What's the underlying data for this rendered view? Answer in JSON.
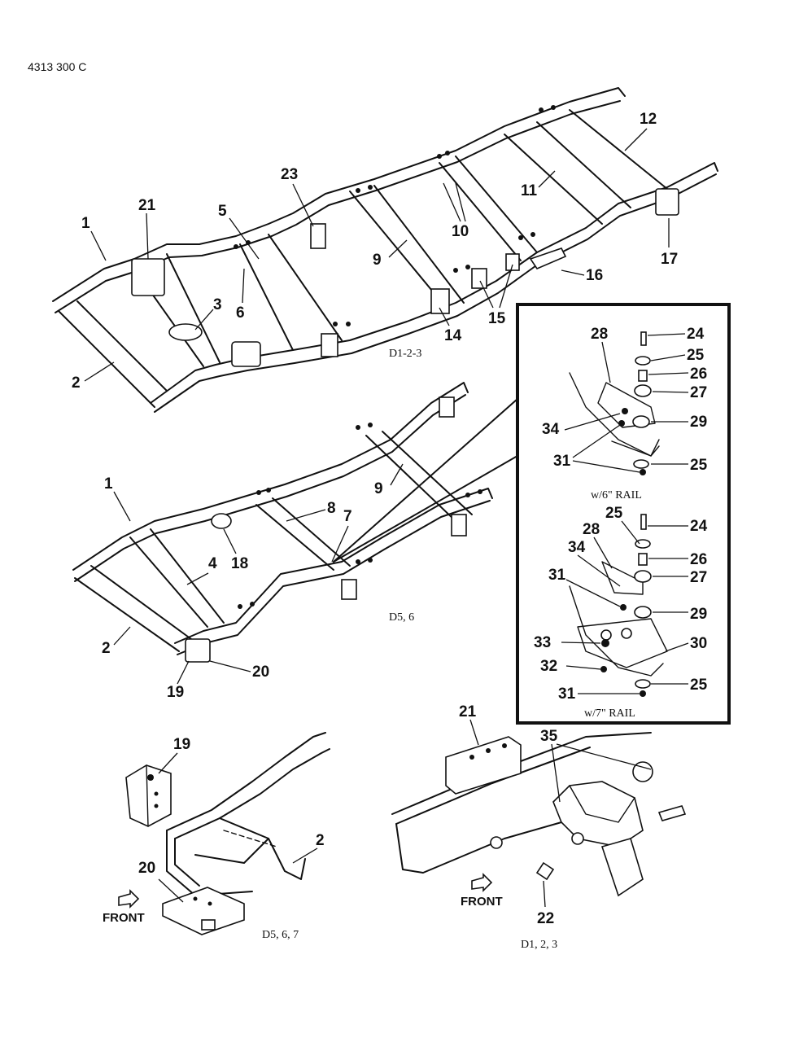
{
  "document_id": "4313  300 C",
  "captions": {
    "top_frame": "D1-2-3",
    "middle_frame": "D5, 6",
    "inset_6in": "w/6\" RAIL",
    "inset_7in": "w/7\" RAIL",
    "bottom_left": "D5, 6, 7",
    "bottom_right": "D1, 2, 3"
  },
  "front_labels": {
    "left": "FRONT",
    "right": "FRONT"
  },
  "callouts": {
    "top": [
      "1",
      "2",
      "3",
      "5",
      "6",
      "9",
      "10",
      "11",
      "12",
      "14",
      "15",
      "16",
      "17",
      "21",
      "23"
    ],
    "middle": [
      "1",
      "2",
      "4",
      "7",
      "8",
      "9",
      "18",
      "19",
      "20"
    ],
    "inset_6in": [
      "24",
      "25",
      "26",
      "27",
      "28",
      "29",
      "34",
      "31",
      "25"
    ],
    "inset_7in": [
      "25",
      "24",
      "28",
      "26",
      "34",
      "27",
      "31",
      "29",
      "33",
      "30",
      "32",
      "25",
      "31"
    ],
    "bottom_left": [
      "19",
      "20",
      "2"
    ],
    "bottom_right": [
      "21",
      "35",
      "22"
    ]
  }
}
